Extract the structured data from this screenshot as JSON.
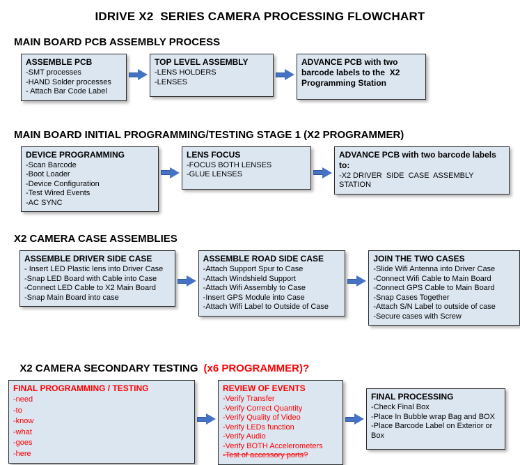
{
  "title": "IDRIVE X2  SERIES CAMERA PROCESSING FLOWCHART",
  "colors": {
    "box_fill": "#dce6f1",
    "box_border": "#2b2b2b",
    "arrow": "#4472c4",
    "red": "#ff0000"
  },
  "sections": [
    {
      "heading": "MAIN BOARD PCB ASSEMBLY PROCESS",
      "boxes": [
        {
          "title": "ASSEMBLE PCB",
          "items": [
            "-SMT processes",
            "-HAND Solder processes",
            "- Attach Bar Code Label"
          ]
        },
        {
          "title": "TOP LEVEL ASSEMBLY",
          "items": [
            "-LENS HOLDERS",
            "-LENSES"
          ]
        },
        {
          "title": "ADVANCE PCB with two barcode labels to the  X2 Programming Station",
          "items": []
        }
      ]
    },
    {
      "heading": "MAIN BOARD INITIAL PROGRAMMING/TESTING STAGE 1 (X2 PROGRAMMER)",
      "boxes": [
        {
          "title": "DEVICE PROGRAMMING",
          "items": [
            "-Scan Barcode",
            "-Boot Loader",
            "-Device Configuration",
            "-Test Wired Events",
            "-AC SYNC"
          ]
        },
        {
          "title": "LENS FOCUS",
          "items": [
            "-FOCUS BOTH LENSES",
            "-GLUE LENSES"
          ]
        },
        {
          "title": "ADVANCE PCB with two barcode labels to:",
          "items": [
            "-X2 DRIVER  SIDE  CASE  ASSEMBLY STATION"
          ]
        }
      ]
    },
    {
      "heading": "X2 CAMERA CASE ASSEMBLIES",
      "boxes": [
        {
          "title": "ASSEMBLE DRIVER SIDE CASE",
          "items": [
            "- Insert LED Plastic lens into Driver Case",
            "-Snap LED Board with Cable into Case",
            "-Connect LED Cable to X2 Main Board",
            "-Snap Main Board into case"
          ]
        },
        {
          "title": "ASSEMBLE ROAD SIDE CASE",
          "items": [
            "-Attach Support Spur to Case",
            "-Attach Windshield Support",
            "-Attach Wifi Assembly to Case",
            "-Insert GPS Module into Case",
            "-Attach Wifi Label to Outside of Case"
          ]
        },
        {
          "title": "JOIN THE TWO CASES",
          "items": [
            "-Slide Wifi Antenna into Driver Case",
            "-Connect Wifi Cable to Main Board",
            "-Connect GPS Cable to Main Board",
            "-Snap Cases Together",
            "-Attach S/N Label to outside of case",
            "-Secure cases with Screw"
          ]
        }
      ]
    },
    {
      "heading": "X2 CAMERA SECONDARY TESTING",
      "heading_suffix": "(x6 PROGRAMMER)?",
      "boxes": [
        {
          "title": "FINAL PROGRAMMING / TESTING",
          "items": [
            "-need",
            "-to",
            "-know",
            "-what",
            "-goes",
            "-here"
          ]
        },
        {
          "title": "REVIEW OF EVENTS",
          "items": [
            "-Verify Transfer",
            "-Verify Correct Quantity",
            "-Verify Quality of Video",
            "-Verify LEDs function",
            "-Verify Audio",
            "-Verify BOTH Accelerometers",
            "-Test of accessory ports?"
          ]
        },
        {
          "title": "FINAL PROCESSING",
          "items": [
            "-Check Final Box",
            "-Place In Bubble wrap Bag and BOX",
            "-Place Barcode Label on Exterior or Box"
          ]
        }
      ]
    }
  ]
}
